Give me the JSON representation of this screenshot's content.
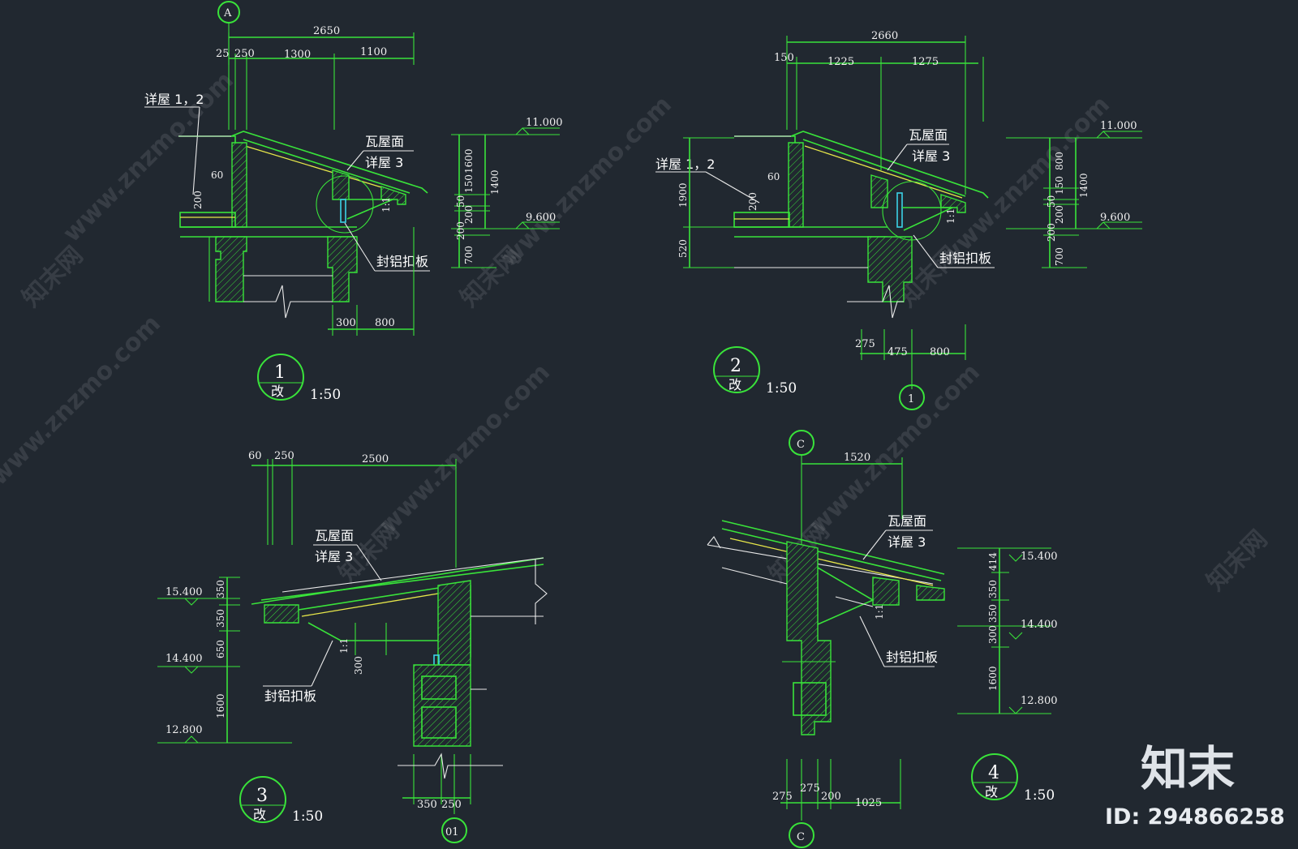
{
  "watermark": {
    "site": "www.znzmo.com",
    "brand": "知末",
    "brand_cn": "知末网"
  },
  "brand_badge": {
    "logo_text": "知末",
    "id_label": "ID: 294866258"
  },
  "detail1": {
    "grid_axis": "A",
    "dim_total": "2650",
    "dims_top": [
      "25",
      "250",
      "1300",
      "1100"
    ],
    "note_detail": "详屋 1，2",
    "roof_label": "瓦屋面",
    "roof_detail": "详屋 3",
    "dim_60": "60",
    "dim_left_vert": "200",
    "elev_top": "11.000",
    "elev_bottom": "9.600",
    "dims_right": [
      "1600",
      "150",
      "1400",
      "50",
      "200",
      "200",
      "700"
    ],
    "slope": "1:1",
    "soffit_label": "封铝扣板",
    "dims_bottom": [
      "300",
      "800"
    ],
    "tag_number": "1",
    "tag_sub": "改",
    "scale": "1:50"
  },
  "detail2": {
    "dim_total": "2660",
    "dims_top": [
      "150",
      "1225",
      "1275"
    ],
    "note_detail": "详屋 1，2",
    "roof_label": "瓦屋面",
    "roof_detail": "详屋 3",
    "dim_60": "60",
    "dim_left_vert": "200",
    "dims_left": [
      "1900",
      "520"
    ],
    "elev_top": "11.000",
    "elev_bottom": "9.600",
    "dims_right": [
      "800",
      "150",
      "1400",
      "50",
      "200",
      "200",
      "700"
    ],
    "slope": "1:1",
    "soffit_label": "封铝扣板",
    "dims_bottom": [
      "275",
      "475",
      "800"
    ],
    "grid_axis": "1",
    "tag_number": "2",
    "tag_sub": "改",
    "scale": "1:50"
  },
  "detail3": {
    "dims_top": [
      "60",
      "250",
      "2500"
    ],
    "roof_label": "瓦屋面",
    "roof_detail": "详屋 3",
    "elev_top": "15.400",
    "elev_mid": "14.400",
    "elev_bottom": "12.800",
    "dims_left": [
      "350",
      "350",
      "650",
      "1600"
    ],
    "dim_300": "300",
    "slope": "1:1",
    "soffit_label": "封铝扣板",
    "dims_bottom": [
      "350",
      "250"
    ],
    "grid_axis": "01",
    "tag_number": "3",
    "tag_sub": "改",
    "scale": "1:50"
  },
  "detail4": {
    "grid_axis_top": "C",
    "dim_top": "1520",
    "roof_label": "瓦屋面",
    "roof_detail": "详屋 3",
    "elev_top": "15.400",
    "elev_mid": "14.400",
    "elev_bottom": "12.800",
    "dims_right": [
      "414",
      "350",
      "350",
      "300",
      "1600"
    ],
    "slope": "1:1",
    "soffit_label": "封铝扣板",
    "dims_bottom": [
      "275",
      "275",
      "200",
      "1025"
    ],
    "grid_axis_bottom": "C",
    "tag_number": "4",
    "tag_sub": "改",
    "scale": "1:50"
  },
  "colors": {
    "background": "#212830",
    "line": "#39e33a",
    "accent_cyan": "#3bd3e6",
    "accent_yellow": "#e7e74a",
    "text": "#f0f0f0"
  }
}
